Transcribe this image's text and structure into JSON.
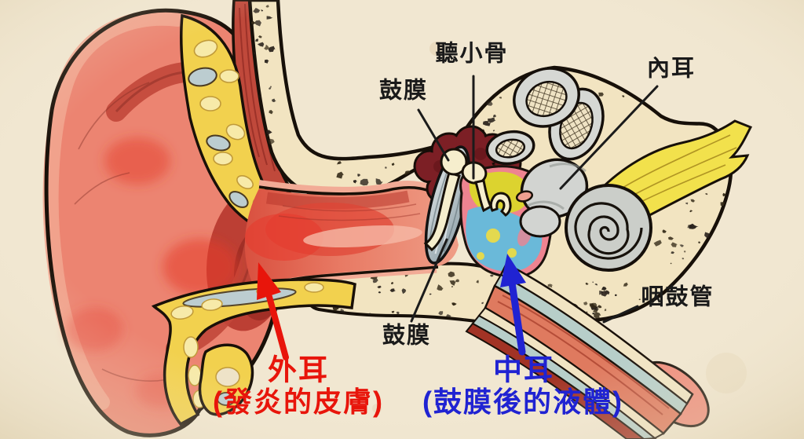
{
  "labels": {
    "ossicles": "聽小骨",
    "eardrum_top": "鼓膜",
    "eardrum_bottom": "鼓膜",
    "inner_ear": "內耳",
    "eustachian_tube": "咽鼓管",
    "outer_ear_title": "外耳",
    "outer_ear_subtitle": "(發炎的皮膚)",
    "middle_ear_title": "中耳",
    "middle_ear_subtitle": "(鼓膜後的液體)"
  },
  "accents": {
    "outer_ear_red": "#e8150b",
    "middle_ear_blue": "#2023d2",
    "label_black": "#1a1a1a"
  }
}
